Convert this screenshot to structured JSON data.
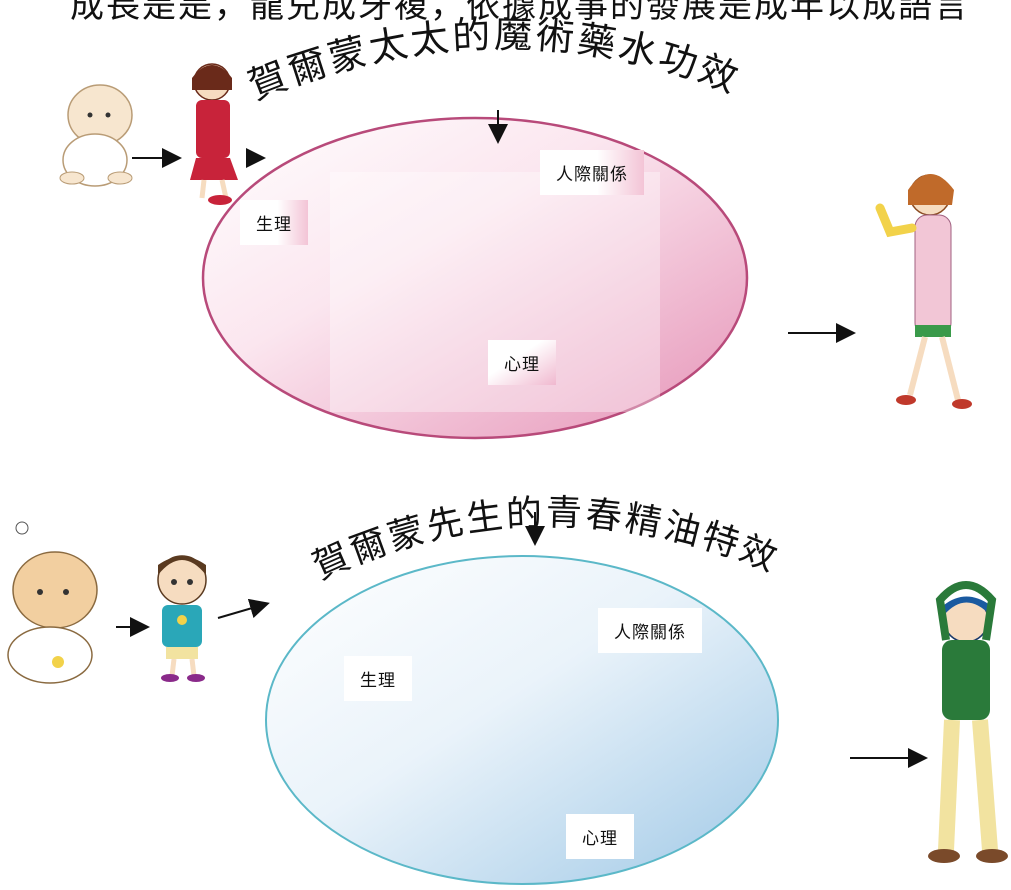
{
  "top_caption": "成長是是，龍兒成牙複，依據成事的發展是成年以成語言",
  "diagram_top": {
    "title": "賀爾蒙太太的魔術藥水功效",
    "labels": {
      "physical": "生理",
      "social": "人際關係",
      "mental": "心理"
    },
    "colors": {
      "outline": "#b84a7a",
      "fill": "#e8a0bd"
    }
  },
  "diagram_bottom": {
    "title": "賀爾蒙先生的青春精油特效藥",
    "labels": {
      "physical": "生理",
      "social": "人際關係",
      "mental": "心理"
    },
    "colors": {
      "outline": "#5bb8c8",
      "fill": "#a9cfe8"
    }
  }
}
